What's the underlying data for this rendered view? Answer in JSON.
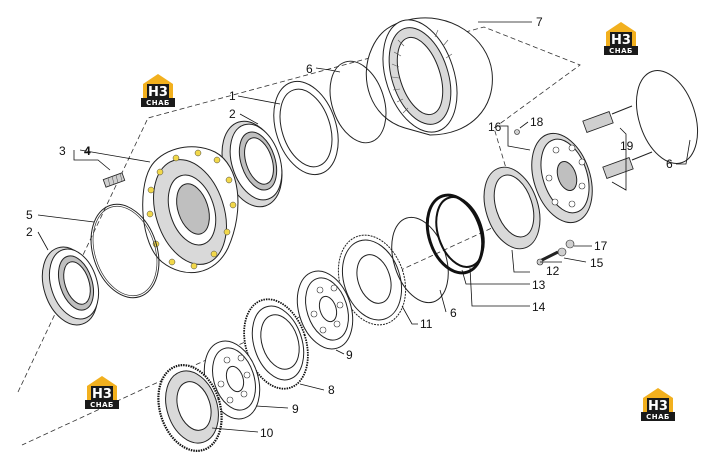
{
  "watermark": {
    "line1": "Н3",
    "line2": "СНАБ",
    "brand_color": "#f2b01e"
  },
  "labels": {
    "l1": "1",
    "l2a": "2",
    "l2b": "2",
    "l3": "3",
    "l4": "4",
    "l5": "5",
    "l6a": "6",
    "l6b": "6",
    "l6c": "6",
    "l7": "7",
    "l8": "8",
    "l9a": "9",
    "l9b": "9",
    "l10": "10",
    "l11": "11",
    "l12": "12",
    "l13": "13",
    "l14": "14",
    "l15": "15",
    "l16": "16",
    "l17": "17",
    "l18": "18",
    "l19": "19"
  }
}
